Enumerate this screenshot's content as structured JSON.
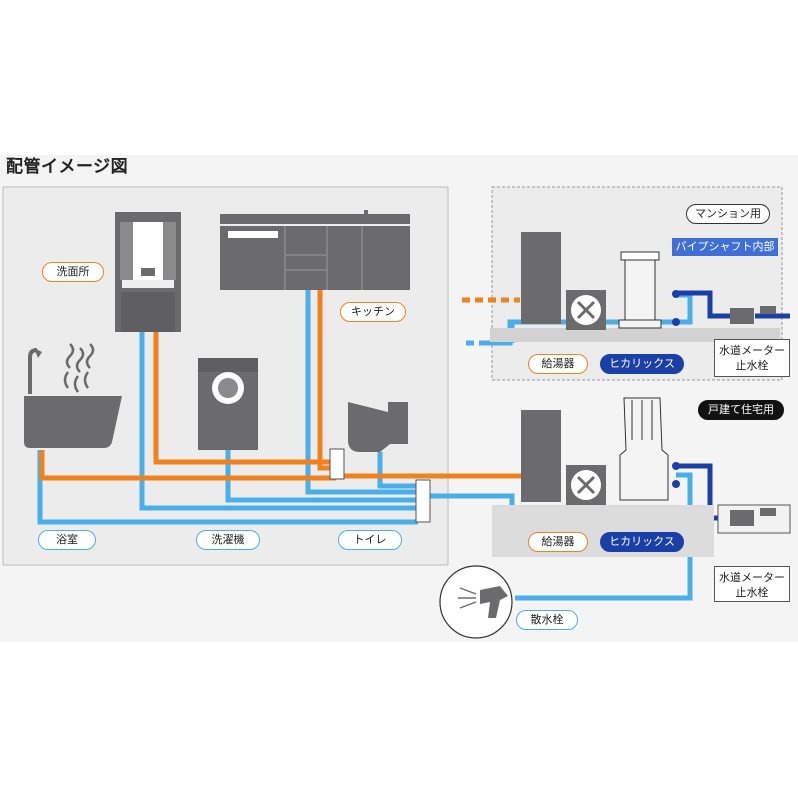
{
  "title": "配管イメージ図",
  "rooms": {
    "washroom": "洗面所",
    "kitchen": "キッチン",
    "bathroom": "浴室",
    "laundry": "洗濯機",
    "toilet": "トイレ"
  },
  "mansion": {
    "badge": "マンション用",
    "shaft": "パイプシャフト内部",
    "heater": "給湯器",
    "product": "ヒカリックス",
    "meter_line1": "水道メーター",
    "meter_line2": "止水栓"
  },
  "house": {
    "badge": "戸建て住宅用",
    "heater": "給湯器",
    "product": "ヒカリックス",
    "meter_line1": "水道メーター",
    "meter_line2": "止水栓"
  },
  "garden": {
    "faucet": "散水栓"
  },
  "colors": {
    "hot_pipe": "#f0821e",
    "cold_pipe": "#4aaee8",
    "treated_pipe": "#1a3fa6",
    "fixture": "#6b6b6d",
    "panel_bg": "#f2f2f2"
  }
}
